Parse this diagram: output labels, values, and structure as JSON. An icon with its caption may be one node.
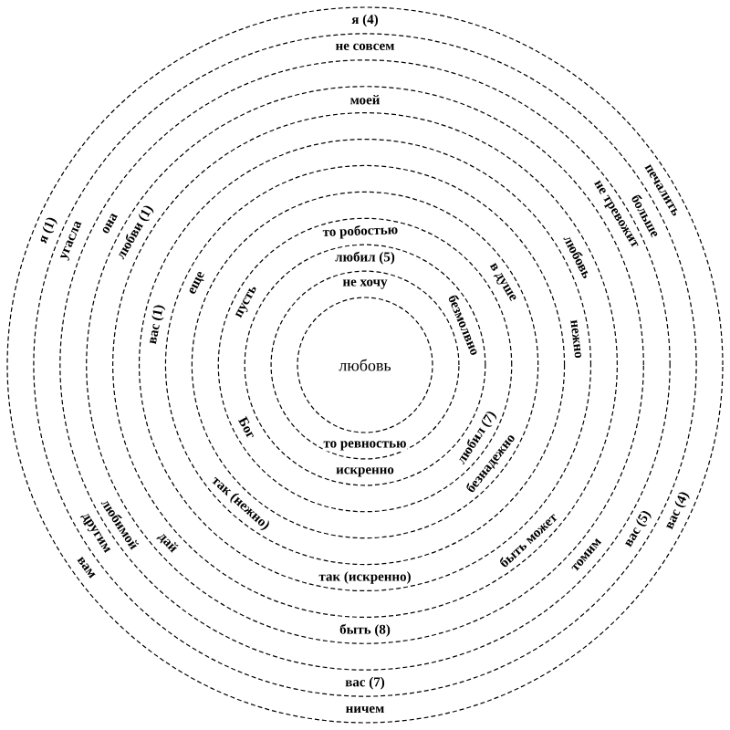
{
  "diagram": {
    "nodes": [
      {
        "text": [
          "я (4)",
          "печалить",
          "я (1)",
          "вас (4)",
          "вам",
          "ничем"
        ]
      },
      {
        "text": [
          "не совсем",
          "больше",
          "угасла",
          "другим",
          "вас (5)",
          "вас (7)"
        ],
        "in": 0
      },
      {
        "text": [
          "не тревожит",
          "она",
          "любимой",
          "томим"
        ],
        "in": 1
      },
      {
        "text": [
          "моей",
          "любви (1)",
          "дай",
          "быть (8)"
        ],
        "in": 2
      },
      {
        "text": [
          "любовь",
          "быть может"
        ],
        "in": 3
      },
      {
        "text": [
          "вас (1)",
          "нежно",
          "так (искренно)"
        ],
        "in": 4
      },
      {
        "text": [
          "еще",
          "так (нежно)"
        ],
        "in": 5
      },
      {
        "text": [
          "в душе",
          "безнадежно"
        ],
        "in": 6
      },
      {
        "text": [
          "то робостью",
          "пусть",
          "Бог",
          "любил (7)"
        ],
        "in": 7
      },
      {
        "text": [
          "любил (5)",
          "безмолвно",
          "искренно"
        ],
        "in": 8
      },
      {
        "text": [
          "не хочу",
          "то ревностью"
        ],
        "in": 9
      },
      {
        "text": [
          "любовь"
        ],
        "in": 10
      }
    ]
  }
}
